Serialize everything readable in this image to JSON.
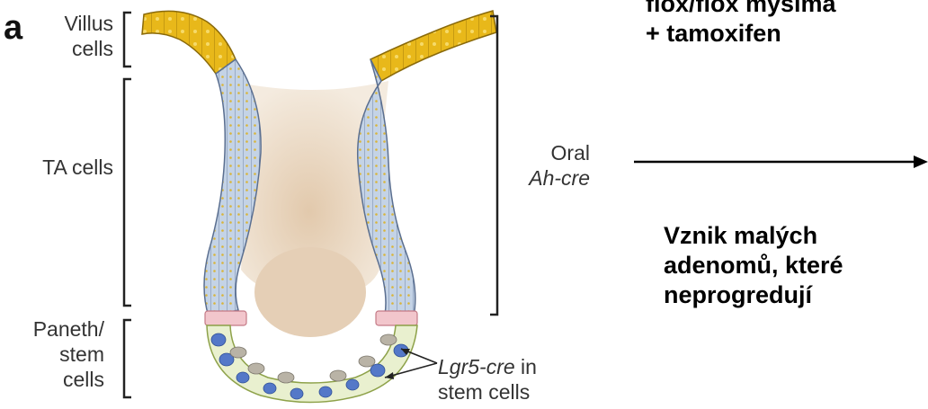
{
  "panel_letter": "a",
  "left_labels": {
    "villus_1": "Villus",
    "villus_2": "cells",
    "ta": "TA cells",
    "paneth_1": "Paneth/",
    "paneth_2": "stem",
    "paneth_3": "cells"
  },
  "right_labels": {
    "oral_1": "Oral",
    "oral_2": "Ah-cre",
    "lgr5_italic": "Lgr5-cre",
    "lgr5_rest": " in",
    "lgr5_2": "stem cells"
  },
  "side_text": {
    "top_line_1": "flox/flox myšima",
    "top_line_2": "+ tamoxifen",
    "bottom_line_1": "Vznik malých",
    "bottom_line_2": "adenomů, které",
    "bottom_line_3": "neprogredují"
  },
  "colors": {
    "villus": "#e8b81a",
    "epithelium": "#c4d3e6",
    "lumen": "#ead9c3",
    "paneth": "#f2c6cc",
    "stem_nucleus": "#5478c8"
  }
}
